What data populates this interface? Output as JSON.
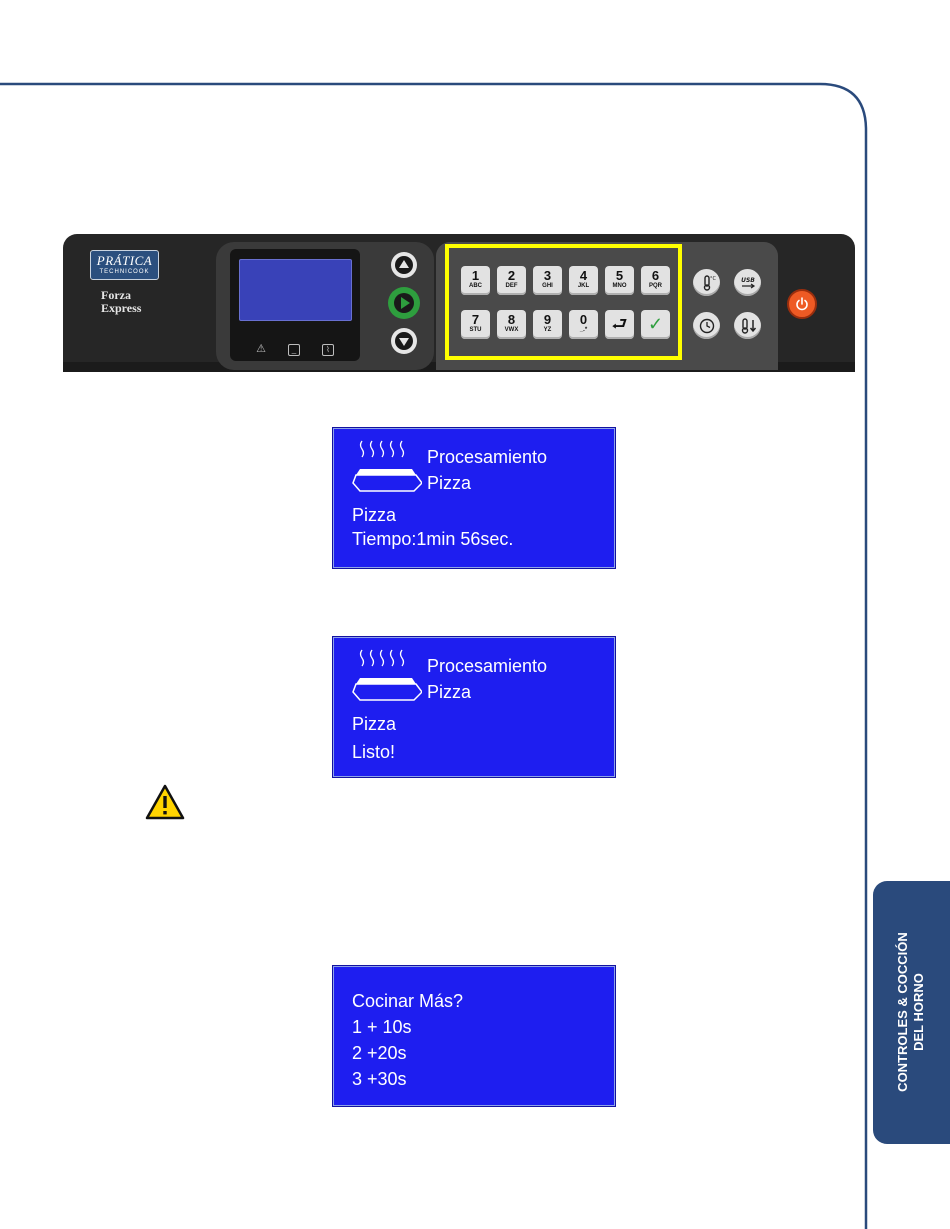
{
  "control_panel": {
    "brand": "PRÁTICA",
    "brand_sub": "TECHNICOOK",
    "model_line1": "Forza",
    "model_line2": "Express",
    "keypad": [
      {
        "num": "1",
        "letters": "ABC"
      },
      {
        "num": "2",
        "letters": "DEF"
      },
      {
        "num": "3",
        "letters": "GHI"
      },
      {
        "num": "4",
        "letters": "JKL"
      },
      {
        "num": "5",
        "letters": "MNO"
      },
      {
        "num": "6",
        "letters": "PQR"
      },
      {
        "num": "7",
        "letters": "STU"
      },
      {
        "num": "8",
        "letters": "VWX"
      },
      {
        "num": "9",
        "letters": "YZ"
      },
      {
        "num": "0",
        "letters": "_.*"
      }
    ],
    "usb_label": "USB",
    "highlight_color": "#ffff00"
  },
  "lcd_processing": {
    "title_line1": "Procesamiento",
    "title_line2": "Pizza",
    "recipe": "Pizza",
    "time": "Tiempo:1min 56sec."
  },
  "lcd_done": {
    "title_line1": "Procesamiento",
    "title_line2": "Pizza",
    "recipe": "Pizza",
    "status": "Listo!"
  },
  "lcd_more": {
    "prompt": "Cocinar Más?",
    "option1": "1 + 10s",
    "option2": "2 +20s",
    "option3": "3 +30s"
  },
  "side_tab": {
    "line1": "CONTROLES & COCCIÓN",
    "line2": "DEL HORNO"
  },
  "colors": {
    "lcd_blue": "#1e1ef0",
    "frame_blue": "#2a4a7c",
    "start_green": "#2e9e3e",
    "power_orange": "#ee5a24"
  }
}
